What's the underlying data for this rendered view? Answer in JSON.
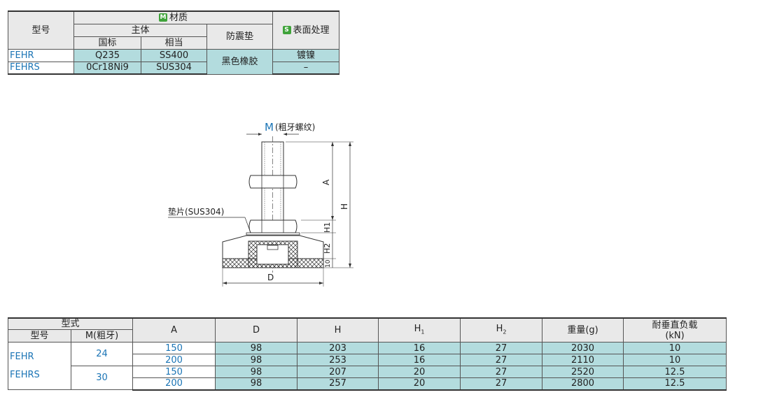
{
  "material_table": {
    "col_model": "型号",
    "col_material": "材质",
    "material_badge": "M",
    "col_body": "主体",
    "col_gb": "国标",
    "col_equiv": "相当",
    "col_pad": "防震垫",
    "col_surface": "表面处理",
    "surface_badge": "S",
    "rows": [
      {
        "model": "FEHR",
        "gb": "Q235",
        "equiv": "SS400",
        "pad": "黑色橡胶",
        "surface": "镀镍"
      },
      {
        "model": "FEHRS",
        "gb": "0Cr18Ni9",
        "equiv": "SUS304",
        "pad": "黑色橡胶",
        "surface": "–"
      }
    ]
  },
  "drawing": {
    "label_m": "M",
    "label_m_note": "(粗牙螺纹)",
    "label_washer": "垫片(SUS304)",
    "label_a": "A",
    "label_h": "H",
    "label_h1": "H1",
    "label_h2": "H2",
    "label_10": "10",
    "label_d": "D"
  },
  "spec_table": {
    "col_type": "型式",
    "col_model": "型号",
    "col_m": "M(粗牙)",
    "col_a": "A",
    "col_d": "D",
    "col_h": "H",
    "col_h1": "H",
    "col_h1_sub": "1",
    "col_h2": "H",
    "col_h2_sub": "2",
    "col_weight": "重量(g)",
    "col_load": "耐垂直负载",
    "col_load_unit": "(kN)",
    "models": [
      "FEHR",
      "FEHRS"
    ],
    "groups": [
      {
        "m": "24",
        "rows": [
          {
            "a": "150",
            "d": "98",
            "h": "203",
            "h1": "16",
            "h2": "27",
            "weight": "2030",
            "load": "10"
          },
          {
            "a": "200",
            "d": "98",
            "h": "253",
            "h1": "16",
            "h2": "27",
            "weight": "2110",
            "load": "10"
          }
        ]
      },
      {
        "m": "30",
        "rows": [
          {
            "a": "150",
            "d": "98",
            "h": "207",
            "h1": "20",
            "h2": "27",
            "weight": "2520",
            "load": "12.5"
          },
          {
            "a": "200",
            "d": "98",
            "h": "257",
            "h1": "20",
            "h2": "27",
            "weight": "2800",
            "load": "12.5"
          }
        ]
      }
    ]
  }
}
